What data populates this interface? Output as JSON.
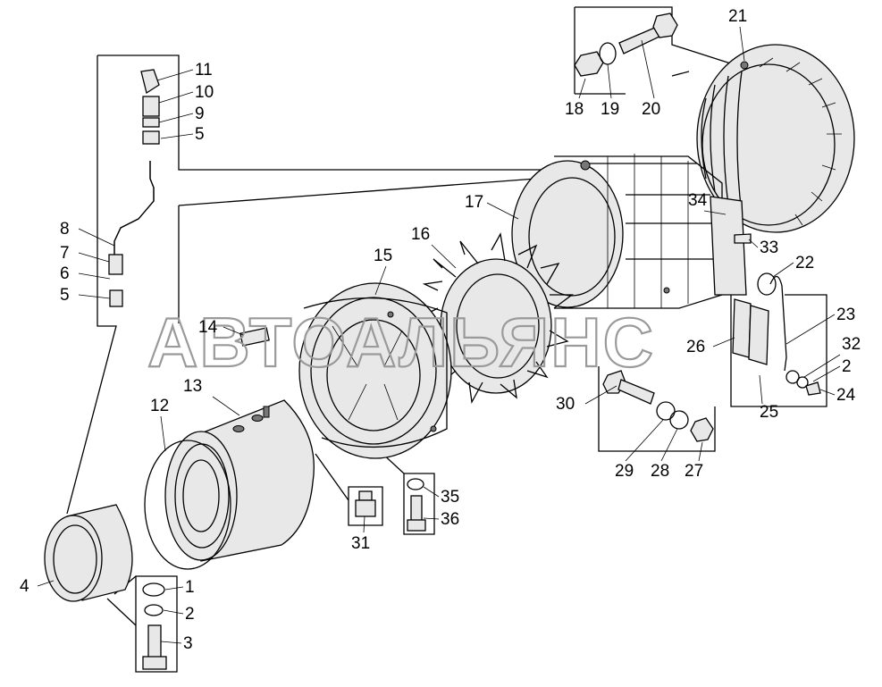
{
  "watermark": "АВТОАЛЬЯНС",
  "callouts": [
    {
      "id": "c1",
      "label": "1"
    },
    {
      "id": "c2",
      "label": "2"
    },
    {
      "id": "c3",
      "label": "3"
    },
    {
      "id": "c4",
      "label": "4"
    },
    {
      "id": "c5a",
      "label": "5"
    },
    {
      "id": "c5b",
      "label": "5"
    },
    {
      "id": "c6",
      "label": "6"
    },
    {
      "id": "c7",
      "label": "7"
    },
    {
      "id": "c8",
      "label": "8"
    },
    {
      "id": "c9",
      "label": "9"
    },
    {
      "id": "c10",
      "label": "10"
    },
    {
      "id": "c11",
      "label": "11"
    },
    {
      "id": "c12",
      "label": "12"
    },
    {
      "id": "c13",
      "label": "13"
    },
    {
      "id": "c14",
      "label": "14"
    },
    {
      "id": "c15",
      "label": "15"
    },
    {
      "id": "c16",
      "label": "16"
    },
    {
      "id": "c17",
      "label": "17"
    },
    {
      "id": "c18",
      "label": "18"
    },
    {
      "id": "c19",
      "label": "19"
    },
    {
      "id": "c20",
      "label": "20"
    },
    {
      "id": "c21",
      "label": "21"
    },
    {
      "id": "c22",
      "label": "22"
    },
    {
      "id": "c23",
      "label": "23"
    },
    {
      "id": "c24",
      "label": "24"
    },
    {
      "id": "c25",
      "label": "25"
    },
    {
      "id": "c26",
      "label": "26"
    },
    {
      "id": "c27",
      "label": "27"
    },
    {
      "id": "c28",
      "label": "28"
    },
    {
      "id": "c29",
      "label": "29"
    },
    {
      "id": "c30",
      "label": "30"
    },
    {
      "id": "c31",
      "label": "31"
    },
    {
      "id": "c32",
      "label": "32"
    },
    {
      "id": "c2b",
      "label": "2"
    },
    {
      "id": "c33",
      "label": "33"
    },
    {
      "id": "c34",
      "label": "34"
    },
    {
      "id": "c35",
      "label": "35"
    },
    {
      "id": "c36",
      "label": "36"
    }
  ]
}
